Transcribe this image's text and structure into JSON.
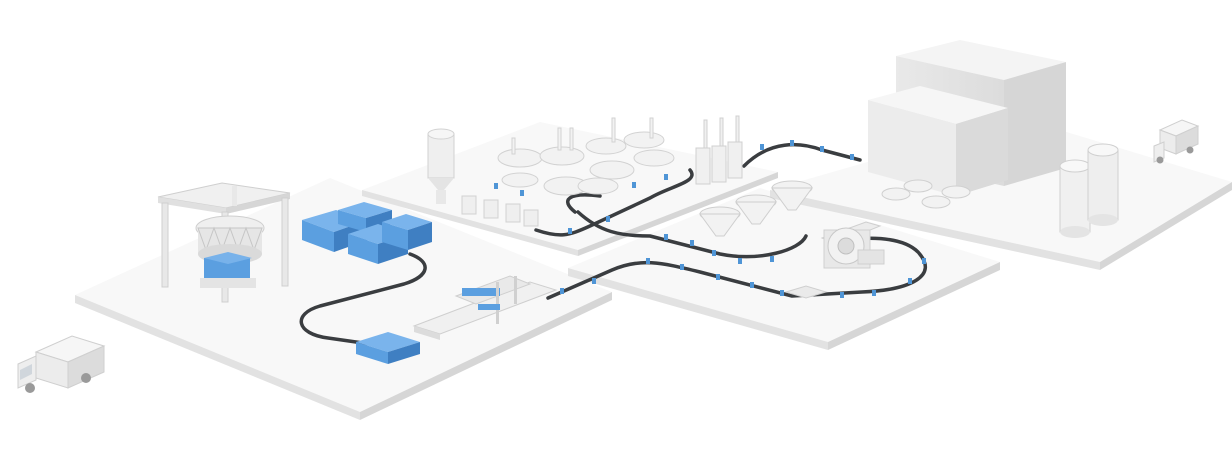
{
  "scene": {
    "kind": "isometric-factory-layout",
    "palette": {
      "background": "#ffffff",
      "platform_top": "#f7f7f7",
      "platform_side": "#e4e4e4",
      "machine": "#f1f1f1",
      "machine_shade": "#d8d8d8",
      "track": "#3a3d40",
      "carrier": "#4f95d6",
      "pallet_blue": "#5b9fe0",
      "pallet_blue_dark": "#3f7fc2"
    },
    "zones": [
      {
        "id": "receiving-zone",
        "items": [
          "bag-unloading-station",
          "pallet-stacks",
          "palletizer"
        ]
      },
      {
        "id": "mixing-zone",
        "items": [
          "silo",
          "mixing-vessels",
          "dosing-columns"
        ]
      },
      {
        "id": "filling-zone",
        "items": [
          "hopper-funnels",
          "drum-winder"
        ]
      },
      {
        "id": "storage-zone",
        "items": [
          "warehouse-building",
          "storage-tanks",
          "round-tanks"
        ]
      }
    ],
    "vehicles": [
      "delivery-truck-left",
      "delivery-truck-right"
    ]
  }
}
